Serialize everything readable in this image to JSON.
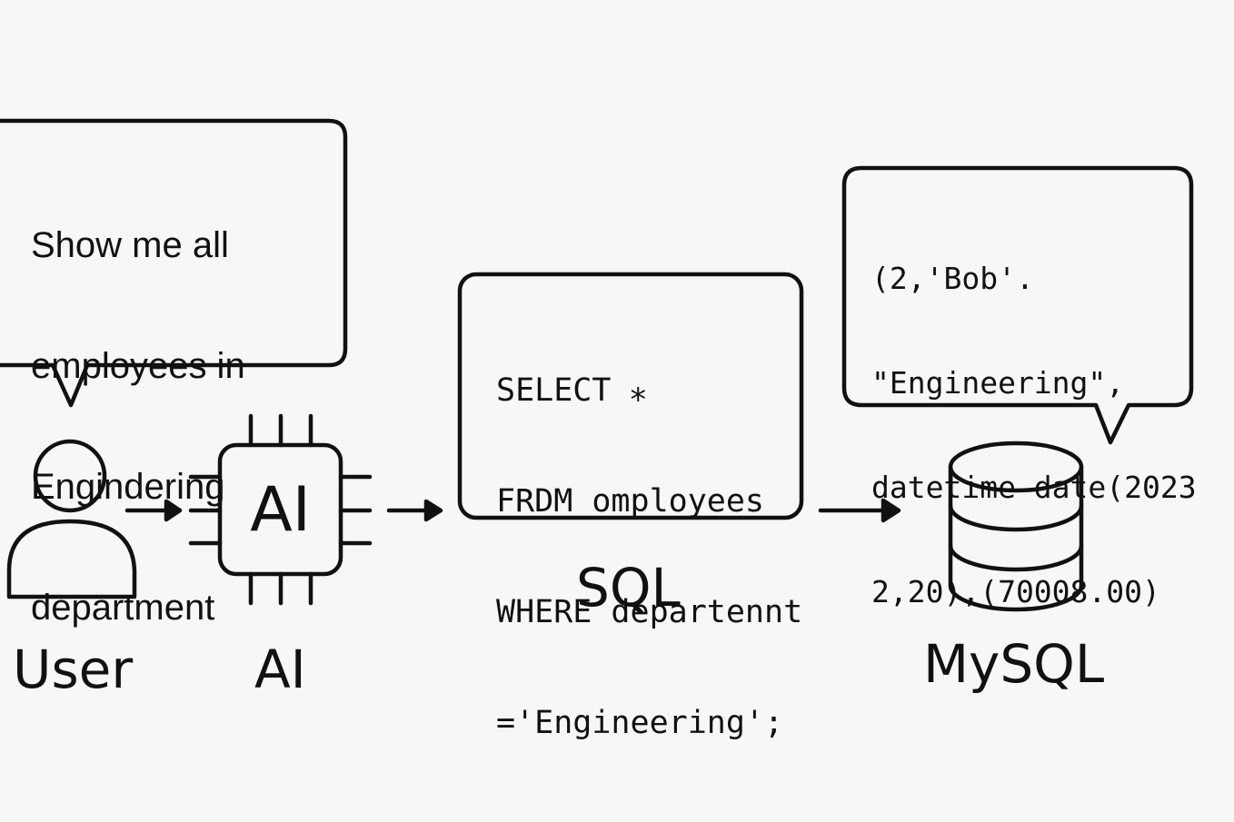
{
  "user_bubble": {
    "lines": [
      "Show me all",
      "employees in",
      "Engindering",
      "department"
    ]
  },
  "sql_box": {
    "lines": [
      "SELECT ⁎",
      "FRDM omployees",
      "WHERE departennt",
      "='Engineering';"
    ]
  },
  "result_bubble": {
    "lines": [
      "(2,'Bob'.",
      "\"Engineering\",",
      "datetime date(2023",
      "2,20),(70008.00)"
    ]
  },
  "chip": {
    "text": "AI"
  },
  "labels": {
    "user": "User",
    "ai": "AI",
    "sql": "SQL",
    "mysql": "MySQL"
  },
  "icons": {
    "user": "person-icon",
    "ai": "ai-chip-icon",
    "database": "database-icon",
    "arrow": "arrow-right-icon"
  },
  "colors": {
    "stroke": "#111111",
    "background": "#f7f7f7",
    "box_fill": "#f7f7f7"
  }
}
